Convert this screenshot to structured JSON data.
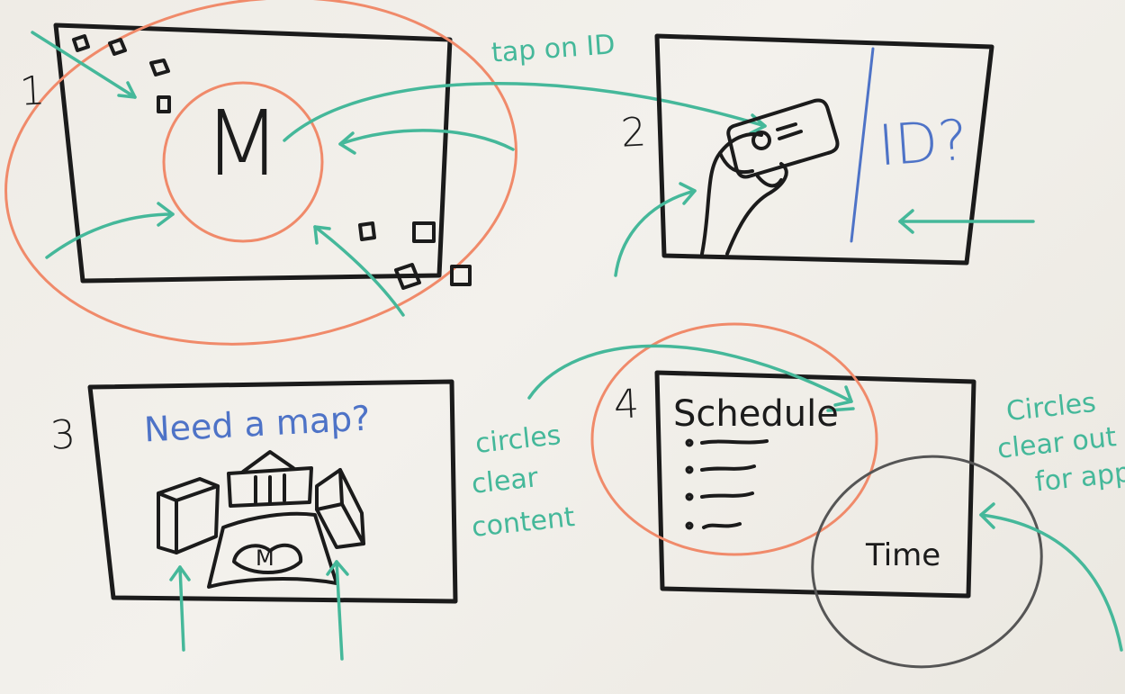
{
  "panels": {
    "p1": {
      "number": "1",
      "logo": "M",
      "note": "tap on ID"
    },
    "p2": {
      "number": "2",
      "question": "ID?"
    },
    "p3": {
      "number": "3",
      "question": "Need a map?",
      "logo": "M"
    },
    "p4": {
      "number": "4",
      "title": "Schedule",
      "time_label": "Time"
    }
  },
  "notes": {
    "circles_clear_content": [
      "circles",
      "clear",
      "content"
    ],
    "circles_clear_out_for_app": [
      "Circles",
      "clear out",
      "for app"
    ]
  },
  "colors": {
    "marker_black": "#1b1b1b",
    "marker_teal": "#45b89a",
    "marker_orange": "#f08a6a",
    "marker_blue": "#4e73c7",
    "marker_gray": "#555555"
  },
  "icons": [
    "id-card-icon",
    "hand-icon",
    "building-icon",
    "schedule-bullet-icon"
  ]
}
